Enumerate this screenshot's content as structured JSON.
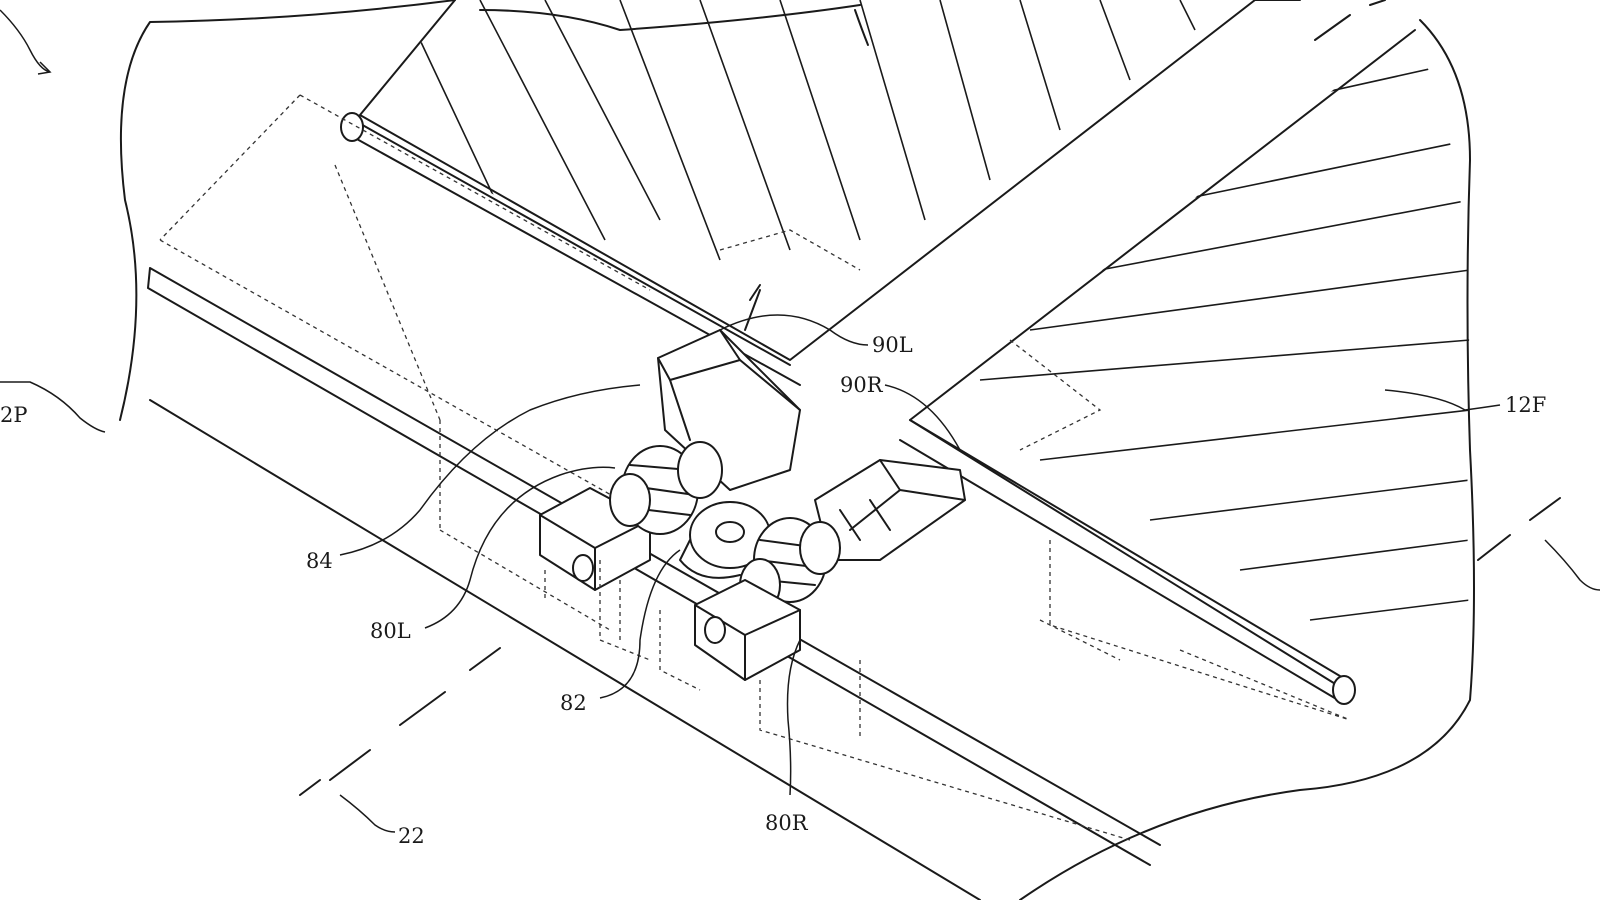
{
  "labels": {
    "l90L": "90L",
    "l90R": "90R",
    "l12F": "12F",
    "l12P": "2P",
    "l84": "84",
    "l80L": "80L",
    "l82": "82",
    "l80R": "80R",
    "l22": "22"
  },
  "colors": {
    "ink": "#1a1a1a",
    "paper": "#ffffff"
  }
}
